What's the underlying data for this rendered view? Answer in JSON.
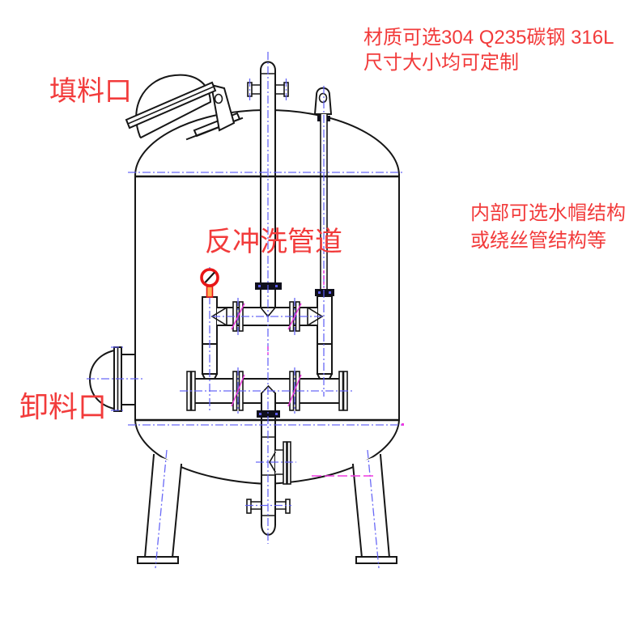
{
  "labels": {
    "fill_port": "填料口",
    "backwash_pipe": "反冲洗管道",
    "discharge_port": "卸料口",
    "material_note_line1": "材质可选304 Q235碳钢 316L",
    "material_note_line2": "尺寸大小均可定制",
    "internal_note_line1": "内部可选水帽结构",
    "internal_note_line2": "或绕丝管结构等"
  },
  "colors": {
    "annotation_red": "#f23b3b",
    "drawing_line": "#161616",
    "centerline_blue": "#5c5cf5",
    "weld_mark_magenta": "#ef3ae0",
    "gauge_red": "#e81616",
    "gauge_stem_orange": "#ffb056",
    "background": "#ffffff"
  }
}
